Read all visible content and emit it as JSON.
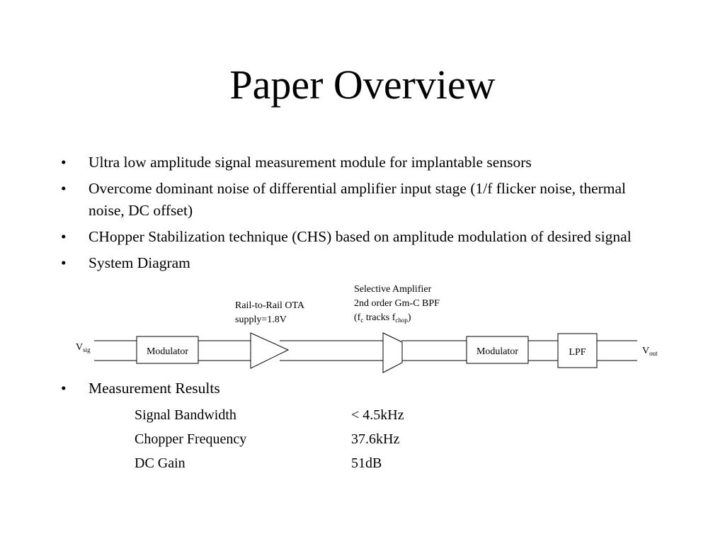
{
  "slide": {
    "title": "Paper Overview"
  },
  "bullets": [
    "Ultra low amplitude signal measurement module for implantable sensors",
    "Overcome dominant noise of differential amplifier input stage (1/f flicker noise, thermal noise, DC offset)",
    "CHopper Stabilization technique (CHS) based on amplitude modulation of desired signal",
    "System Diagram"
  ],
  "bullet_glyph": "•",
  "diagram": {
    "input": {
      "main": "V",
      "sub": "sig"
    },
    "output": {
      "main": "V",
      "sub": "out"
    },
    "modulator1_label": "Modulator",
    "ota_label_line1": "Rail-to-Rail OTA",
    "ota_label_line2": "supply=1.8V",
    "bpf_label_line1": "Selective Amplifier",
    "bpf_label_line2": "2nd order Gm-C BPF",
    "bpf_label_line3_parts": [
      "(f",
      "c",
      " tracks f",
      "chop",
      ")"
    ],
    "modulator2_label": "Modulator",
    "lpf_label": "LPF"
  },
  "measurement": {
    "heading": "Measurement Results",
    "rows": [
      {
        "label": "Signal Bandwidth",
        "value": "< 4.5kHz"
      },
      {
        "label": "Chopper Frequency",
        "value": "37.6kHz"
      },
      {
        "label": "DC Gain",
        "value": "51dB"
      }
    ]
  }
}
